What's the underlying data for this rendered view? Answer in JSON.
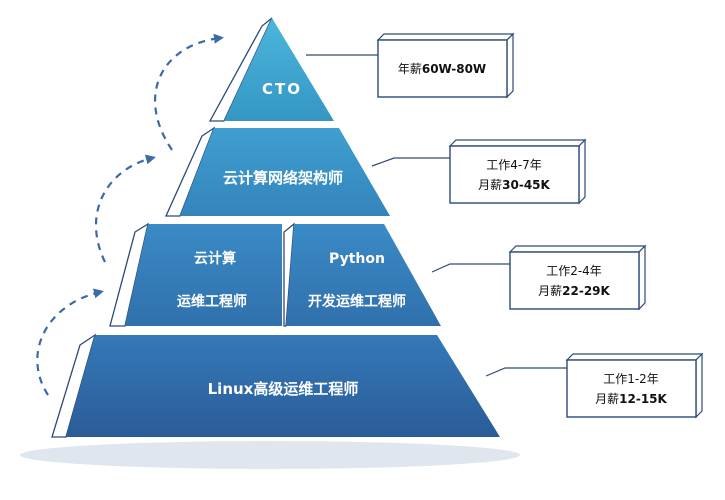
{
  "levels": {
    "cto": {
      "label": "CTO"
    },
    "cloud_architect": {
      "label": "云计算网络架构师"
    },
    "cloud_ops": {
      "line1": "云计算",
      "line2": "运维工程师"
    },
    "python_ops": {
      "line1": "Python",
      "line2": "开发运维工程师"
    },
    "linux_ops": {
      "label": "Linux高级运维工程师"
    }
  },
  "salary_boxes": {
    "cto": {
      "salary_prefix": "年薪",
      "salary_value": "60W-80W"
    },
    "cloud_architect": {
      "years": "工作4-7年",
      "salary_prefix": "月薪",
      "salary_value": "30-45K"
    },
    "mid": {
      "years": "工作2-4年",
      "salary_prefix": "月薪",
      "salary_value": "22-29K"
    },
    "linux_ops": {
      "years": "工作1-2年",
      "salary_prefix": "月薪",
      "salary_value": "12-15K"
    }
  },
  "colors": {
    "tier_top": "#3d9ec9",
    "tier_2": "#3a8cc0",
    "tier_3": "#3578b2",
    "tier_bottom": "#2f63a0",
    "outline": "#2c4a78",
    "arrow": "#3b6aa8"
  }
}
